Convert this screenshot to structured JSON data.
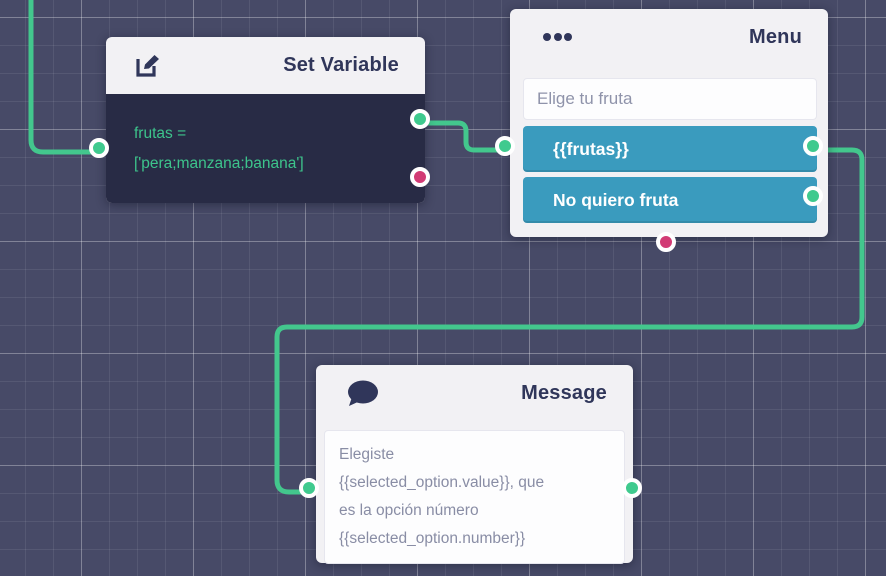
{
  "canvas": {
    "colors": {
      "background": "#474a67",
      "wire_green": "#43c78d",
      "port_green": "#3fca8e",
      "port_pink": "#d23b75",
      "option_teal": "#3a9bbe",
      "node_header_bg": "#f2f1f4",
      "code_body_bg": "#282b45",
      "code_text_green": "#3dc48c",
      "title_navy": "#30365a"
    }
  },
  "nodes": {
    "set_variable": {
      "title": "Set Variable",
      "icon": "edit-icon",
      "code_lines": {
        "line1": "frutas =",
        "line2": "['pera;manzana;banana']"
      }
    },
    "menu": {
      "title": "Menu",
      "icon": "ellipsis-icon",
      "question": "Elige tu fruta",
      "options": [
        "{{frutas}}",
        "No quiero fruta"
      ]
    },
    "message": {
      "title": "Message",
      "icon": "speech-bubble-icon",
      "text_lines": {
        "line1": "Elegiste",
        "line2": "{{selected_option.value}}, que",
        "line3": "es la opción número",
        "line4": "{{selected_option.number}}"
      }
    }
  }
}
